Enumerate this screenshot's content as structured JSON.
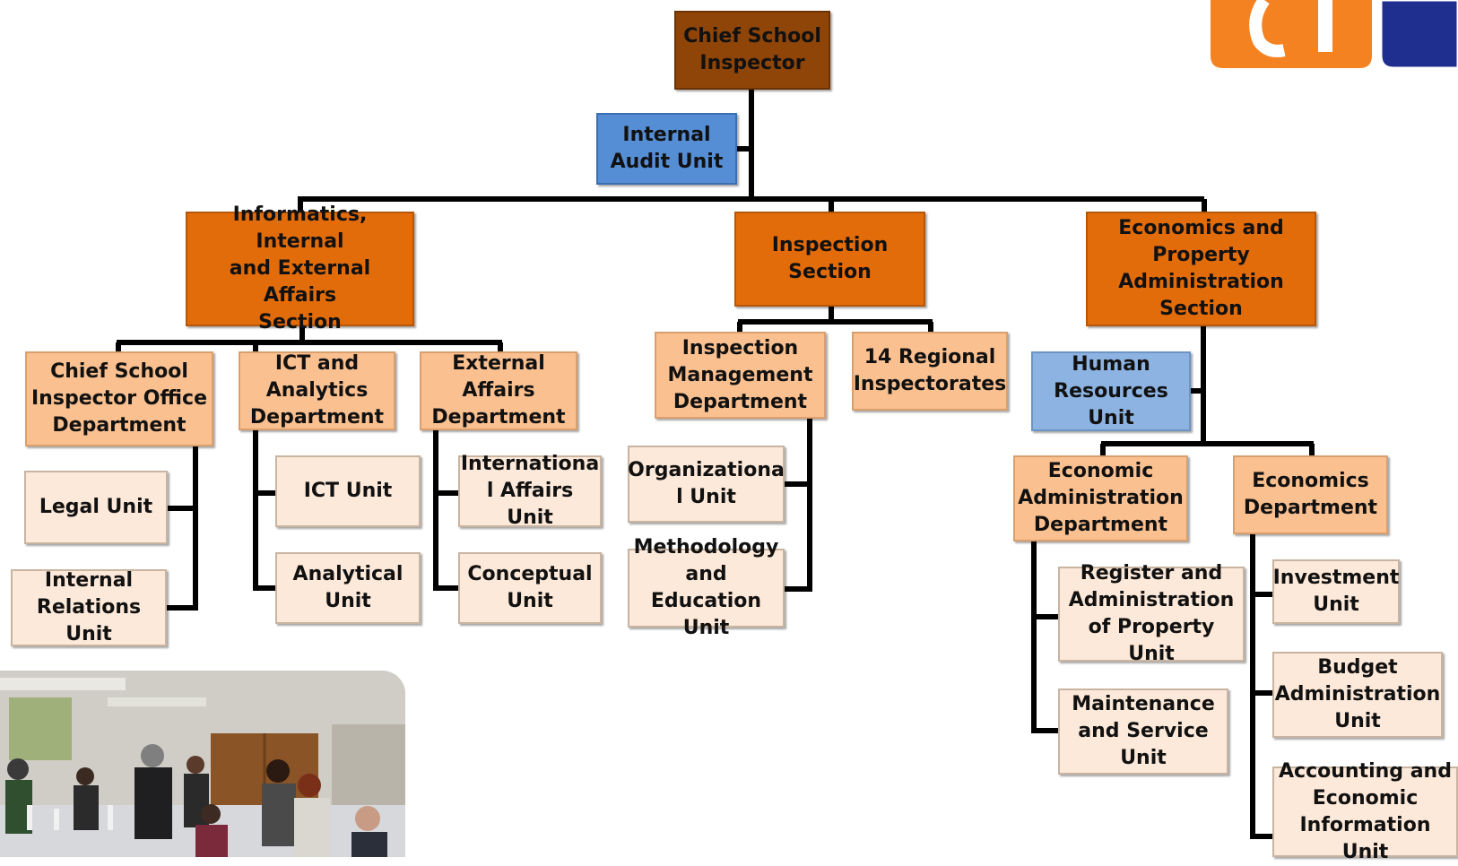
{
  "colors": {
    "head": "#8f4508",
    "section": "#e36c0a",
    "department": "#fac090",
    "unit": "#fde9d9",
    "audit": "#558ed5",
    "hr": "#8db3e2",
    "logo_orange": "#f58220",
    "logo_blue": "#1f2f8f"
  },
  "org": {
    "chief": "Chief School\nInspector",
    "audit": "Internal\nAudit Unit",
    "sec_informatics": "Informatics, Internal\nand External Affairs\nSection",
    "sec_inspection": "Inspection\nSection",
    "sec_economics": "Economics and\nProperty\nAdministration\nSection",
    "dept_cso": "Chief School\nInspector Office\nDepartment",
    "dept_ict": "ICT and\nAnalytics\nDepartment",
    "dept_external": "External\nAffairs\nDepartment",
    "unit_legal": "Legal Unit",
    "unit_internal_relations": "Internal\nRelations Unit",
    "unit_ict": "ICT Unit",
    "unit_analytical": "Analytical\nUnit",
    "unit_international": "Internationa\nl Affairs Unit",
    "unit_conceptual": "Conceptual\nUnit",
    "dept_inspection_mgmt": "Inspection\nManagement\nDepartment",
    "regional": "14 Regional\nInspectorates",
    "unit_organizational": "Organizationa\nl Unit",
    "unit_methodology": "Methodology\nand Education\nUnit",
    "unit_hr": "Human\nResources\nUnit",
    "dept_econ_admin": "Economic\nAdministration\nDepartment",
    "dept_economics": "Economics\nDepartment",
    "unit_register": "Register and\nAdministration\nof Property Unit",
    "unit_maintenance": "Maintenance\nand Service\nUnit",
    "unit_investment": "Investment\nUnit",
    "unit_budget": "Budget\nAdministration\nUnit",
    "unit_accounting": "Accounting and\nEconomic\nInformation Unit"
  }
}
